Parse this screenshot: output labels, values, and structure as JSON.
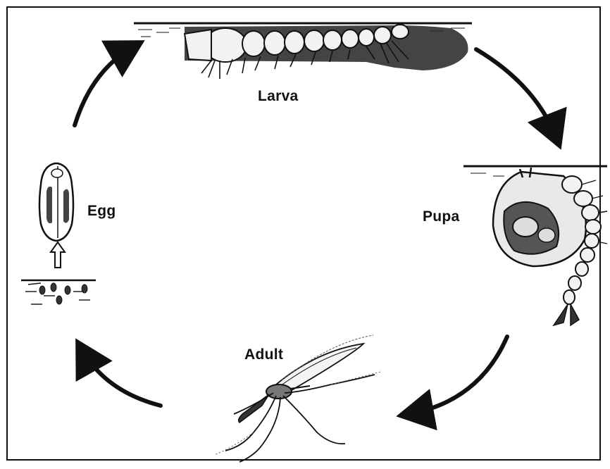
{
  "stages": {
    "larva": "Larva",
    "pupa": "Pupa",
    "adult": "Adult",
    "egg": "Egg"
  }
}
